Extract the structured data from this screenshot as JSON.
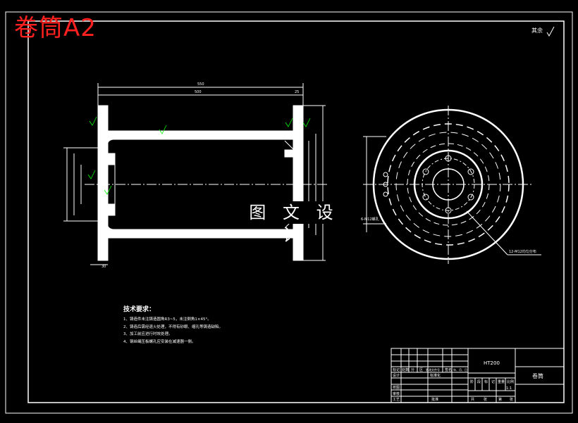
{
  "title": "卷筒A2",
  "watermark": "图 文 设 计",
  "surface_note": "其余",
  "technical_requirements": {
    "heading": "技术要求：",
    "items": [
      "1、铸造件未注铸造圆角R3~5，未注倒角1×45°。",
      "2、铸造后需经退火处理，不得有砂眼、缩孔等铸造缺陷。",
      "3、加工前应进行时效处理。",
      "4、钢丝绳压板螺孔应安装在减速器一侧。"
    ]
  },
  "dimensions": {
    "overall_length": "550",
    "inner_length": "500",
    "flange_thickness": "25",
    "flange_base": "30",
    "bolt_holes": "12-M12均匀分布",
    "center_holes": "6-M12螺孔"
  },
  "title_block": {
    "material": "HT200",
    "part_name": "卷筒",
    "scale_value": "1:1",
    "header_labels": [
      "标记",
      "处数",
      "分",
      "区",
      "更改文件号",
      "签名",
      "年、月、日"
    ],
    "row_labels": [
      "设计",
      "校图",
      "审核",
      "工艺"
    ],
    "std_label": "标准化",
    "approve_label": "批准",
    "stage_labels": [
      "阶",
      "段",
      "标",
      "记",
      "重量",
      "比例"
    ],
    "sheet_labels": [
      "共",
      "张",
      "第",
      "张"
    ]
  },
  "colors": {
    "background": "#000000",
    "lines": "#ffffff",
    "title": "#ff2020",
    "annotation_green": "#00ff00"
  }
}
